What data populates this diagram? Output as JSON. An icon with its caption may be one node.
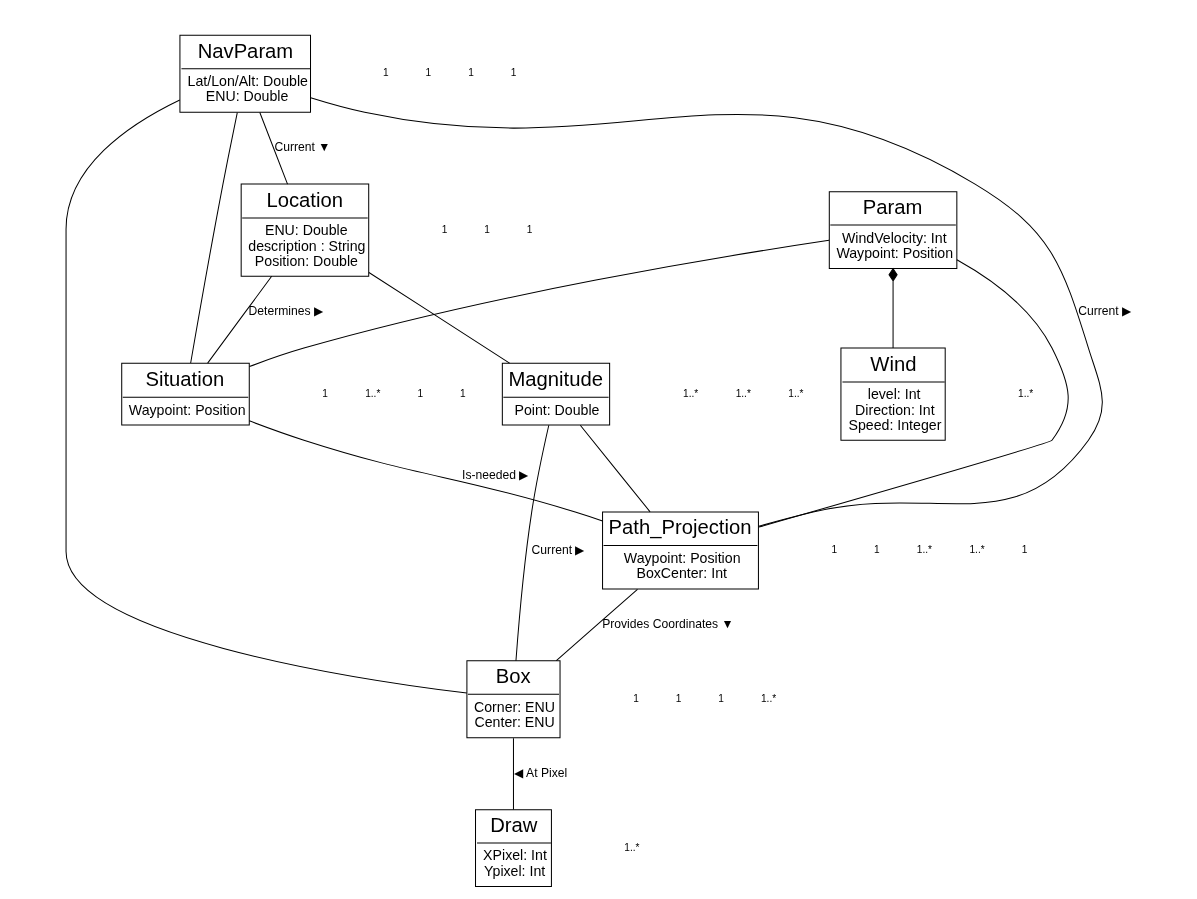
{
  "diagram": {
    "nodes": [
      {
        "text": [
          "NavParam",
          "Lat/Lon/Alt: Double",
          "ENU: Double"
        ]
      },
      {
        "text": [
          "Param",
          "WindVelocity: Int",
          "Waypoint: Position"
        ]
      },
      {
        "text": [
          "Wind",
          "level: Int",
          "Direction: Int",
          "Speed: Integer"
        ]
      },
      {
        "text": [
          "Location",
          "ENU: Double",
          "description : String",
          "Position: Double"
        ]
      },
      {
        "text": [
          "Situation",
          "Waypoint: Position"
        ]
      },
      {
        "text": [
          "Path_Projection",
          "Waypoint: Position",
          "BoxCenter: Int"
        ]
      },
      {
        "text": [
          "Magnitude",
          "Point: Double"
        ]
      },
      {
        "text": [
          "Box",
          "Corner: ENU",
          "Center: ENU"
        ]
      },
      {
        "text": [
          "Draw",
          "XPixel: Int",
          "Ypixel: Int"
        ]
      }
    ],
    "edges": [
      {
        "from": 0,
        "to": 3,
        "arrow": "none",
        "label": "Current ▼"
      },
      {
        "from": 0,
        "to": 4,
        "arrow": "none"
      },
      {
        "from": 0,
        "to": 7,
        "arrow": "none"
      },
      {
        "from": 0,
        "to": 5,
        "arrow": "none",
        "label": "Current ▶"
      },
      {
        "from": 1,
        "to": 4,
        "arrow": "none"
      },
      {
        "from": 1,
        "to": 5,
        "arrow": "none"
      },
      {
        "from": 1,
        "to": 2,
        "arrow": "other"
      },
      {
        "from": 3,
        "to": 4,
        "arrow": "none",
        "label": "Determines ▶"
      },
      {
        "from": 4,
        "to": 5,
        "arrow": "none",
        "label": "Is-needed ▶"
      },
      {
        "from": 3,
        "to": 6,
        "arrow": "none"
      },
      {
        "from": 6,
        "to": 5,
        "arrow": "none"
      },
      {
        "from": 6,
        "to": 7,
        "arrow": "none",
        "label": "Current ▶"
      },
      {
        "from": 5,
        "to": 7,
        "arrow": "none",
        "label": "Provides Coordinates ▼"
      },
      {
        "from": 7,
        "to": 8,
        "arrow": "none",
        "label": "◀ At Pixel"
      }
    ],
    "labels": [
      "1",
      "1",
      "1..*",
      "1",
      "1",
      "1",
      "1..*",
      "1..*",
      "1",
      "1",
      "1",
      "1",
      "1",
      "1",
      "1..*",
      "1",
      "1",
      "1..*",
      "1..*",
      "1..*",
      "1..*",
      "1",
      "1",
      "1",
      "1..*"
    ]
  }
}
